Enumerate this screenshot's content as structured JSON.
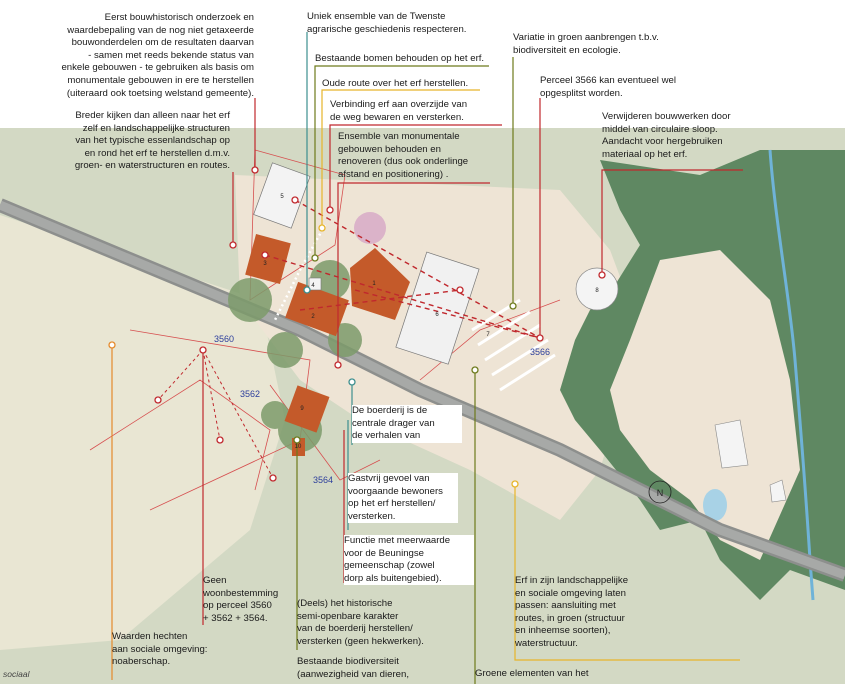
{
  "parcels": {
    "p3560": "3560",
    "p3562": "3562",
    "p3564": "3564",
    "p3566": "3566"
  },
  "building_numbers": [
    "1",
    "2",
    "3",
    "4",
    "5",
    "6",
    "7",
    "8",
    "9",
    "10"
  ],
  "north_label": "N",
  "corner_label": "sociaal",
  "colors": {
    "red": "#c0282d",
    "dark_red": "#8b1d22",
    "olive": "#6d7a1c",
    "blue": "#3b79c4",
    "teal": "#3d8f8f",
    "orange": "#e58a2c",
    "yellow": "#e7b52a",
    "dark_green": "#4e7a3c",
    "building_brown": "#c45a2a",
    "field": "#cfd6bf",
    "road": "#8d8f8d",
    "yard": "#efe5d6",
    "forest": "#5e8562",
    "water": "#6fb3d8"
  },
  "notes": {
    "n1": "Eerst bouwhistorisch onderzoek en\nwaardebepaling van de nog niet getaxeerde\nbouwonderdelen om de resultaten daarvan\n- samen met reeds bekende status van\nenkele gebouwen - te gebruiken als basis om\nmonumentale gebouwen in ere te herstellen\n(uiteraard ook toetsing welstand gemeente).",
    "n2": "Breder kijken dan alleen naar het erf\nzelf en landschappelijke structuren\nvan het typische essenlandschap op\nen rond het erf te herstellen d.m.v.\ngroen- en waterstructuren en routes.",
    "n3": "Uniek ensemble van de Twenste\nagrarische geschiedenis respecteren.",
    "n4": "Bestaande bomen behouden op het erf.",
    "n5": "Oude route over het erf herstellen.",
    "n6": "Verbinding erf aan overzijde van\nde weg bewaren en versterken.",
    "n7": "Ensemble van monumentale\ngebouwen behouden en\nrenoveren (dus ook onderlinge\nafstand en positionering) .",
    "n8": "Variatie in groen aanbrengen t.b.v.\nbiodiversiteit en ecologie.",
    "n9": "Perceel 3566 kan eventueel wel\nopgesplitst worden.",
    "n10": "Verwijderen bouwwerken door\nmiddel van circulaire sloop.\nAandacht voor hergebruiken\nmateriaal op het erf.",
    "n11": "De boerderij is de\ncentrale drager van\nde verhalen van",
    "n12": "Gastvrij gevoel van\nvoorgaande bewoners\nop het erf herstellen/\nversterken.",
    "n13": "Functie met meerwaarde\nvoor de Beuningse\ngemeenschap (zowel\ndorp als buitengebied).",
    "n14": "Geen\nwoonbestemming\nop perceel 3560\n+ 3562 + 3564.",
    "n15": "(Deels) het historische\nsemi-openbare karakter\nvan de boerderij herstellen/\nversterken (geen hekwerken).",
    "n16": "Erf in zijn landschappelijke\nen sociale omgeving laten\npassen: aansluiting met\nroutes, in groen (structuur\nen inheemse soorten),\nwaterstructuur.",
    "n17": "Waarden hechten\naan sociale omgeving:\nnoaberschap.",
    "n18": "Bestaande biodiversiteit\n(aanwezigheid van dieren,",
    "n19": "Groene elementen van het"
  }
}
